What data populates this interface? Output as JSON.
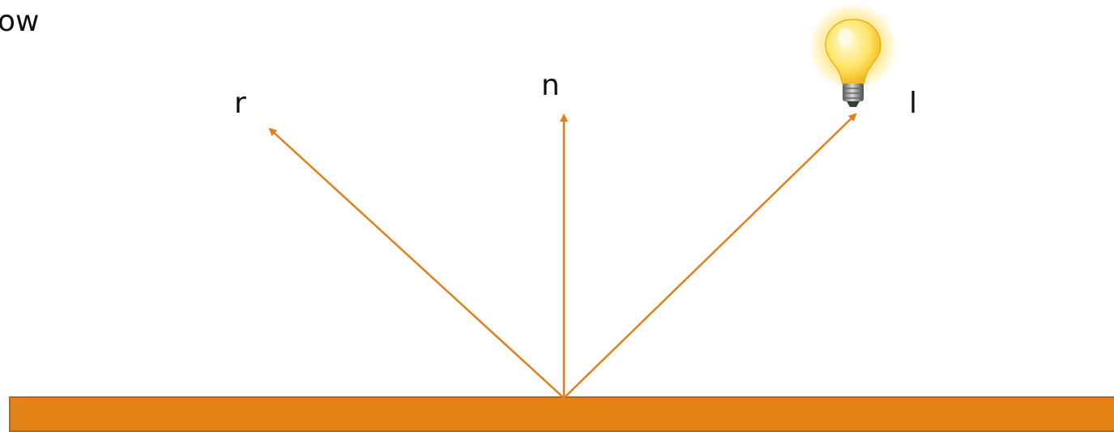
{
  "corner_text": "ow",
  "labels": {
    "reflected": "r",
    "normal": "n",
    "light": "l"
  },
  "icons": {
    "light_source": "light-bulb-icon"
  },
  "colors": {
    "surface_fill": "#e48315",
    "surface_stroke": "#b8660f",
    "ray": "#e0801c",
    "bulb_glow": "#ffd21a",
    "bulb_glass": "#ffe566",
    "bulb_base": "#9a9a9a"
  }
}
